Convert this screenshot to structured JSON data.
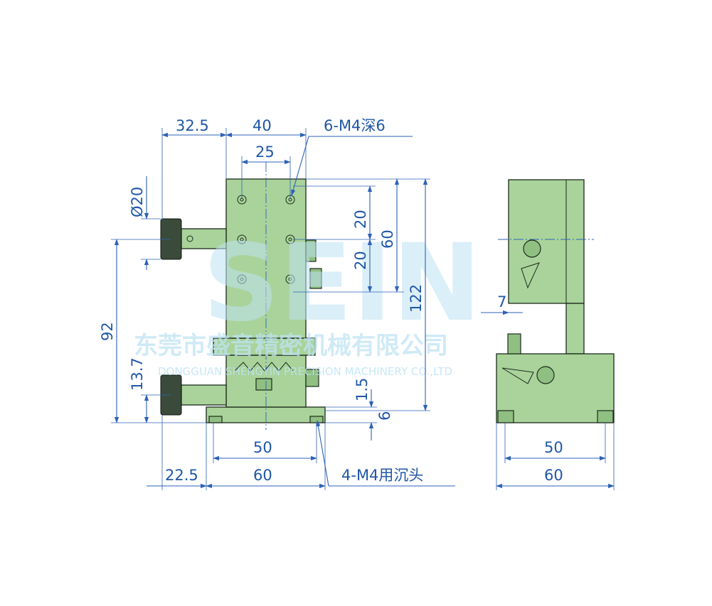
{
  "front_view": {
    "dims": {
      "left_offset": "32.5",
      "top_width": "40",
      "hole_spacing_h": "25",
      "hole_callout": "6-M4深6",
      "knob_dia": "Ø20",
      "hole_spacing_v1": "20",
      "hole_spacing_v2": "20",
      "hole_span": "60",
      "total_height": "122",
      "knob_height": "92",
      "lower_knob_height": "13.7",
      "gap": "1.5",
      "base_thickness": "6",
      "base_hole_spacing": "50",
      "base_width": "60",
      "base_left_offset": "22.5",
      "base_hole_callout": "4-M4用沉头"
    }
  },
  "side_view": {
    "dims": {
      "offset": "7",
      "hole_spacing": "50",
      "width": "60"
    }
  },
  "watermark": {
    "logo": "SEIN",
    "company_cn": "东莞市盛音精密机械有限公司",
    "company_en": "DONGGUAN SHENGYIN PRECISION MACHINERY CO.,LTD"
  },
  "colors": {
    "part": "#a9d39a",
    "dimension": "#2d62b8",
    "watermark": "#bfe3f4"
  }
}
